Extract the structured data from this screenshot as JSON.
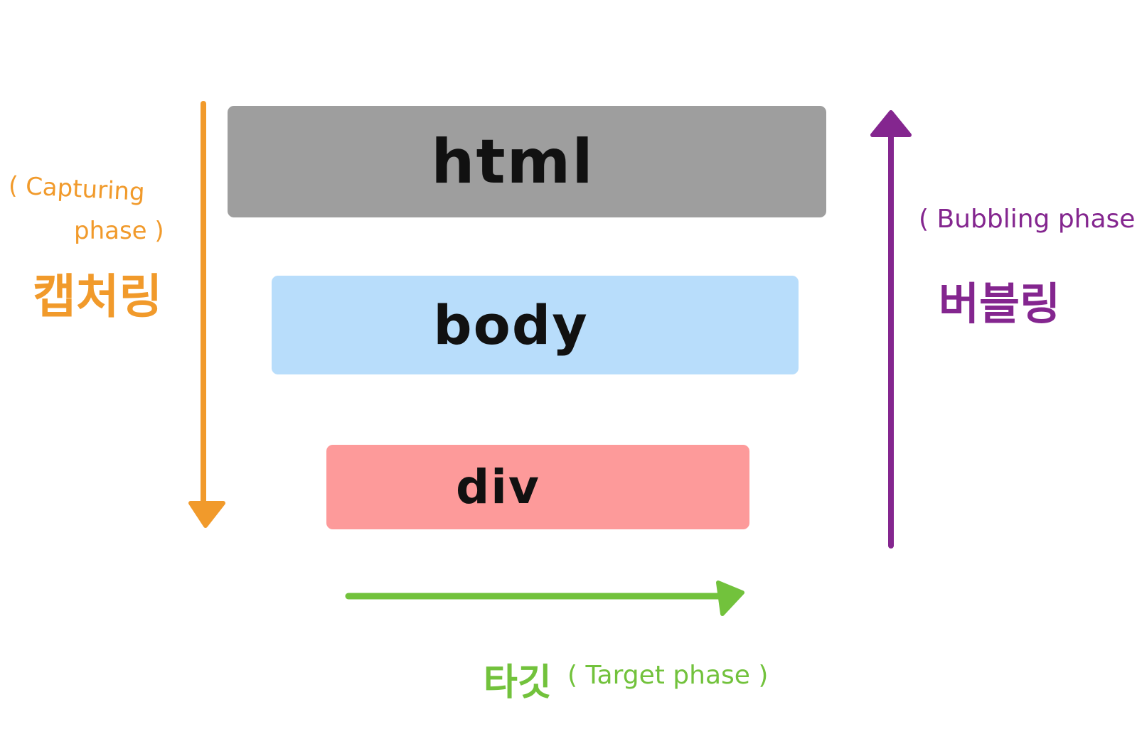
{
  "layers": [
    {
      "label": "html",
      "color": "#9e9e9e"
    },
    {
      "label": "body",
      "color": "#b8ddfb"
    },
    {
      "label": "div",
      "color": "#fd9a9a"
    }
  ],
  "capturing": {
    "label_ko": "캡처링",
    "note_line1": "( Capturing",
    "note_line2": "phase )",
    "color": "#f19a2b"
  },
  "bubbling": {
    "label_ko": "버블링",
    "note": "( Bubbling  phase )",
    "color": "#84268f"
  },
  "target": {
    "label_ko": "타깃",
    "note": "( Target  phase )",
    "color": "#72c23c"
  }
}
